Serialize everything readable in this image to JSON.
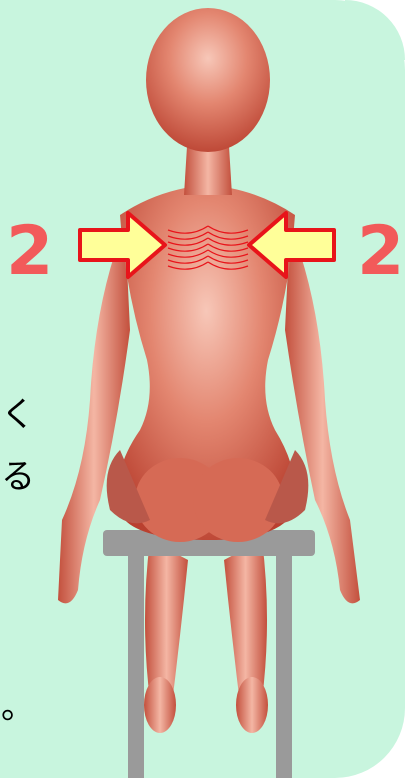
{
  "labels": {
    "left_number": "2",
    "right_number": "2"
  },
  "side_text": {
    "glyph_top": "く",
    "glyph_mid": "る",
    "glyph_bottom": "。"
  },
  "colors": {
    "panel_background": "#c8f5de",
    "number_color": "#f25a5a",
    "arrow_fill": "#ffff99",
    "arrow_stroke": "#e8141a",
    "stool": "#9a9a9a",
    "skin": "#d9705a"
  }
}
